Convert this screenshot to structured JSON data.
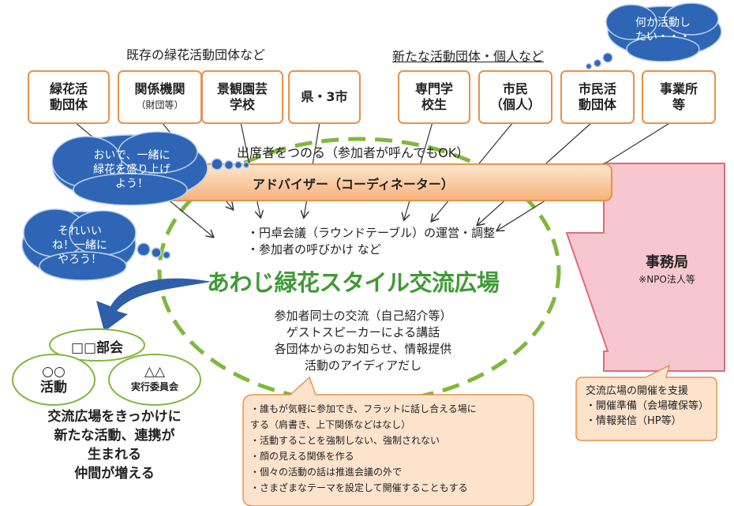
{
  "headings": {
    "existing": "既存の緑花活動団体など",
    "new": "新たな活動団体・個人など",
    "recruit": "出席者をつのる（参加者が呼んでもOK）"
  },
  "left_boxes": [
    {
      "line1": "緑花活",
      "line2": "動団体"
    },
    {
      "line1": "関係機関",
      "line2": "（財団等）"
    },
    {
      "line1": "景観園芸",
      "line2": "学校"
    },
    {
      "line1": "県・3市",
      "line2": ""
    }
  ],
  "right_boxes": [
    {
      "line1": "専門学",
      "line2": "校生"
    },
    {
      "line1": "市民",
      "line2": "（個人）"
    },
    {
      "line1": "市民活",
      "line2": "動団体"
    },
    {
      "line1": "事業所",
      "line2": "等"
    }
  ],
  "clouds": {
    "top_right": [
      "何か活動し",
      "たい・・・"
    ],
    "left_upper": [
      "おいで、一緒に",
      "緑花を盛り上げ",
      "よう！"
    ],
    "left_lower": [
      "それいい",
      "ね！一緒に",
      "やろう！"
    ]
  },
  "adviser": "アドバイザー（コーディネーター）",
  "tasks": [
    "・円卓会議（ラウンドテーブル）の運営・調整",
    "・参加者の呼びかけ など"
  ],
  "main_title": "あわじ緑花スタイル交流広場",
  "activities": [
    "参加者同士の交流（自己紹介等）",
    "ゲストスピーカーによる講話",
    "各団体からのお知らせ、情報提供",
    "活動のアイディアだし"
  ],
  "jimukyoku": {
    "title": "事務局",
    "sub": "※NPO法人等"
  },
  "support": {
    "title": "交流広場の開催を支援",
    "items": [
      "・開催準備（会場確保等）",
      "・情報発信（HP等）"
    ]
  },
  "principles": [
    "・誰もが気軽に参加でき、フラットに話し合える場に",
    "する（肩書き、上下関係などはなし）",
    "・活動することを強制しない、強制されない",
    "・顔の見える関係を作る",
    "・個々の活動の話は推進会議の外で",
    "・さまざまなテーマを設定して開催することもする"
  ],
  "groups": {
    "bukai": "□□部会",
    "katsudo_top": "○○",
    "katsudo_bottom": "活動",
    "iinkai_top": "△△",
    "iinkai_bottom": "実行委員会"
  },
  "outcome": [
    "交流広場をきっかけに",
    "新たな活動、連携が",
    "生まれる",
    "仲間が増える"
  ],
  "colors": {
    "orange": "#e8914a",
    "green": "#7fb83c",
    "title_green": "#3f9a36",
    "cloud_blue": "#2e66b5",
    "pink": "#f7c7cf",
    "pink_border": "#e06a7e",
    "arrow_blue": "#2f5fa8"
  }
}
